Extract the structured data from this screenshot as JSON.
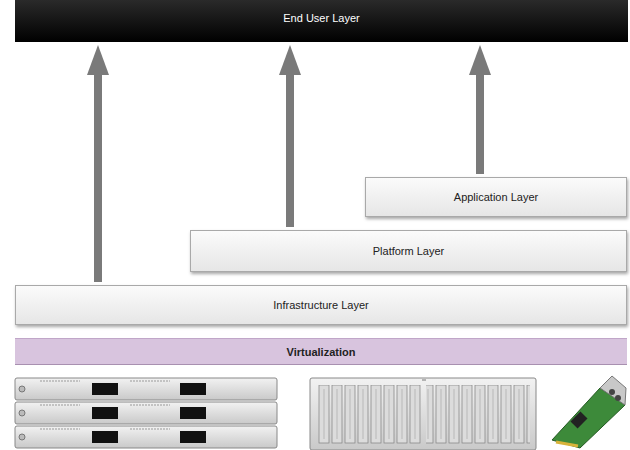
{
  "diagram": {
    "nodes": [
      {
        "text": [
          "End User Layer"
        ]
      },
      {
        "text": [
          "Application Layer"
        ]
      },
      {
        "text": [
          "Platform Layer"
        ]
      },
      {
        "text": [
          "Infrastructure Layer"
        ]
      },
      {
        "text": [
          "Virtualization"
        ]
      }
    ],
    "edges": [
      {
        "from": 3,
        "to": 0,
        "arrow": "to"
      },
      {
        "from": 2,
        "to": 0,
        "arrow": "to"
      },
      {
        "from": 1,
        "to": 0,
        "arrow": "to"
      }
    ]
  }
}
